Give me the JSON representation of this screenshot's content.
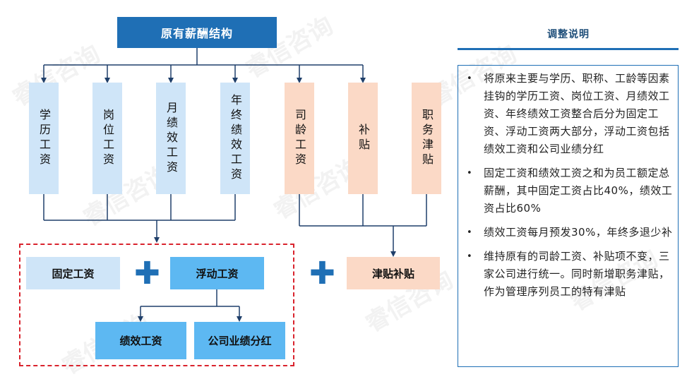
{
  "watermark": "睿信咨询",
  "header": {
    "title": "原有薪酬结构"
  },
  "columns": [
    {
      "label": "学历工资",
      "group": "blue"
    },
    {
      "label": "岗位工资",
      "group": "blue"
    },
    {
      "label": "月绩效工资",
      "group": "blue"
    },
    {
      "label": "年终绩效工资",
      "group": "blue"
    },
    {
      "label": "司龄工资",
      "group": "peach"
    },
    {
      "label": "补贴",
      "group": "peach"
    },
    {
      "label": "职务津贴",
      "group": "peach"
    }
  ],
  "results": {
    "fixed": "固定工资",
    "floating": "浮动工资",
    "performance": "绩效工资",
    "bonus": "公司业绩分红",
    "allowance": "津贴补贴"
  },
  "panel": {
    "title": "调整说明",
    "bullets": [
      "将原来主要与学历、职称、工龄等因素挂钩的学历工资、岗位工资、月绩效工资、年终绩效工资整合后分为固定工资、浮动工资两大部分，浮动工资包括绩效工资和公司业绩分红",
      "固定工资和绩效工资之和为员工额定总薪酬，其中固定工资占比40%，绩效工资占比60%",
      "绩效工资每月预发30%，年终多退少补",
      "维持原有的司龄工资、补贴项不变，三家公司进行统一。同时新增职务津贴，作为管理序列员工的特有津贴"
    ]
  },
  "colors": {
    "title_blue": "#1f6fb5",
    "light_blue": "#cfe5f8",
    "mid_blue": "#5db8f2",
    "peach": "#fbd9c6",
    "dash_red": "#d9232d"
  }
}
